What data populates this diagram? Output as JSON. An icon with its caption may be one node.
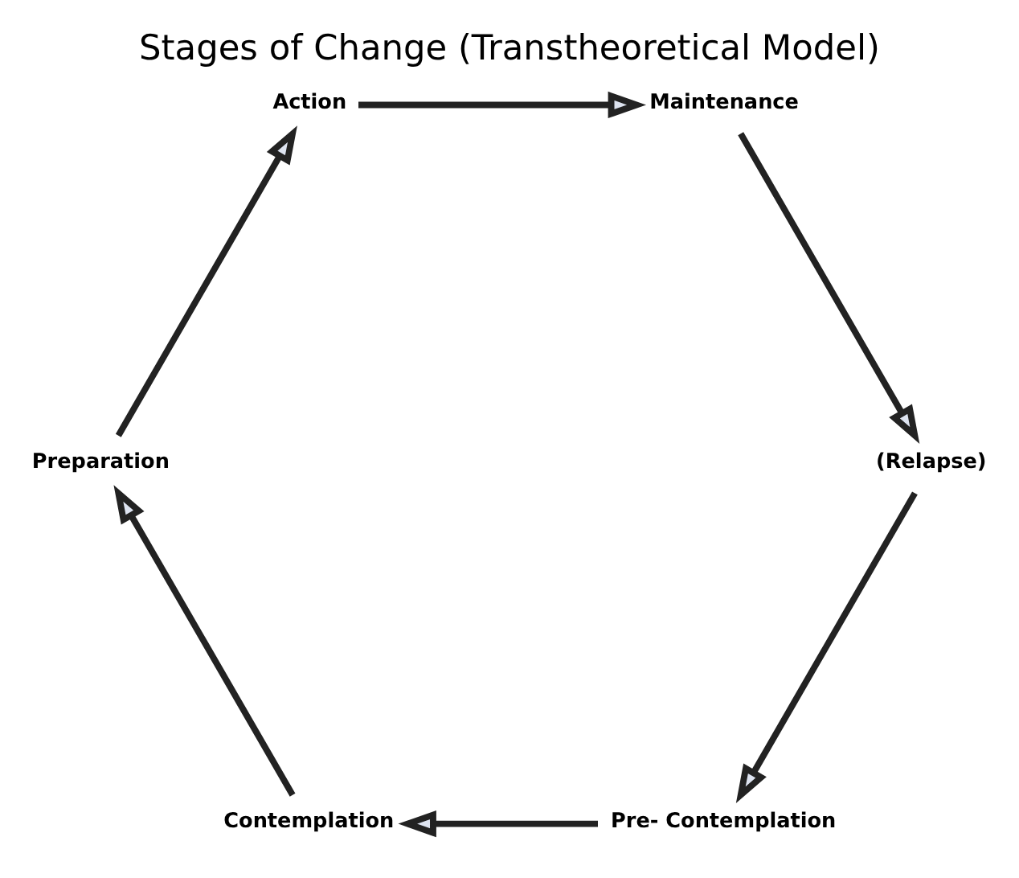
{
  "diagram": {
    "title": "Stages of Change (Transtheoretical Model)",
    "nodes": [
      {
        "text": [
          "Pre- Contemplation"
        ]
      },
      {
        "text": [
          "Contemplation"
        ]
      },
      {
        "text": [
          "Preparation"
        ]
      },
      {
        "text": [
          "Action"
        ]
      },
      {
        "text": [
          "Maintenance"
        ]
      },
      {
        "text": [
          "(Relapse)"
        ]
      }
    ],
    "edges": [
      {
        "from": 0,
        "to": 1,
        "arrow": "to"
      },
      {
        "from": 1,
        "to": 2,
        "arrow": "to"
      },
      {
        "from": 2,
        "to": 3,
        "arrow": "to"
      },
      {
        "from": 3,
        "to": 4,
        "arrow": "to"
      },
      {
        "from": 4,
        "to": 5,
        "arrow": "to"
      },
      {
        "from": 5,
        "to": 0,
        "arrow": "to"
      }
    ]
  }
}
